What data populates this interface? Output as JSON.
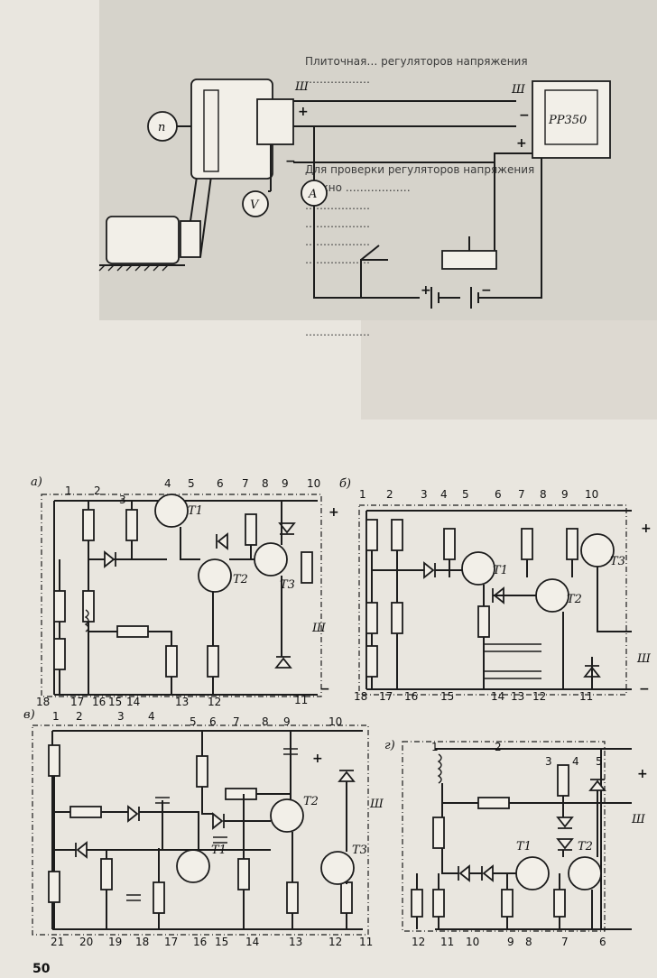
{
  "page_number": "50",
  "top": {
    "regulator_label": "РР350",
    "terminal_sh": "Ш",
    "plus": "+",
    "minus": "−",
    "gauge_n": "n",
    "gauge_v": "V",
    "gauge_a": "A"
  },
  "text_lines": [
    "Плиточная…  регуляторов напряжения",
    "………………",
    "Для  проверки  регуляторов  напряжения",
    "нужно  ………………",
    "………………",
    "………………",
    "………………",
    "………………",
    "………………"
  ],
  "circuits": {
    "a": {
      "letter": "а)",
      "nums": [
        "1",
        "2",
        "3",
        "4",
        "5",
        "6",
        "7",
        "8",
        "9",
        "10",
        "11",
        "12",
        "13",
        "14",
        "15",
        "16",
        "17",
        "18"
      ],
      "transistors": [
        "T1",
        "T2",
        "T3"
      ],
      "terms": [
        "+",
        "Ш",
        "−"
      ]
    },
    "b": {
      "letter": "б)",
      "nums": [
        "1",
        "2",
        "3",
        "4",
        "5",
        "6",
        "7",
        "8",
        "9",
        "10",
        "11",
        "12",
        "13",
        "14",
        "15",
        "16",
        "17",
        "18"
      ],
      "transistors": [
        "T1",
        "T2",
        "T3"
      ],
      "terms": [
        "+",
        "Ш",
        "−"
      ]
    },
    "v": {
      "letter": "в)",
      "nums": [
        "1",
        "2",
        "3",
        "4",
        "5",
        "6",
        "7",
        "8",
        "9",
        "10",
        "11",
        "12",
        "13",
        "14",
        "15",
        "16",
        "17",
        "18",
        "19",
        "20",
        "21"
      ],
      "transistors": [
        "T1",
        "T2",
        "T3"
      ],
      "terms": [
        "+",
        "Ш"
      ]
    },
    "g": {
      "letter": "г)",
      "nums": [
        "1",
        "2",
        "3",
        "4",
        "5",
        "6",
        "7",
        "8",
        "9",
        "10",
        "11",
        "12"
      ],
      "transistors": [
        "T1",
        "T2"
      ],
      "terms": [
        "+",
        "Ш"
      ]
    }
  }
}
